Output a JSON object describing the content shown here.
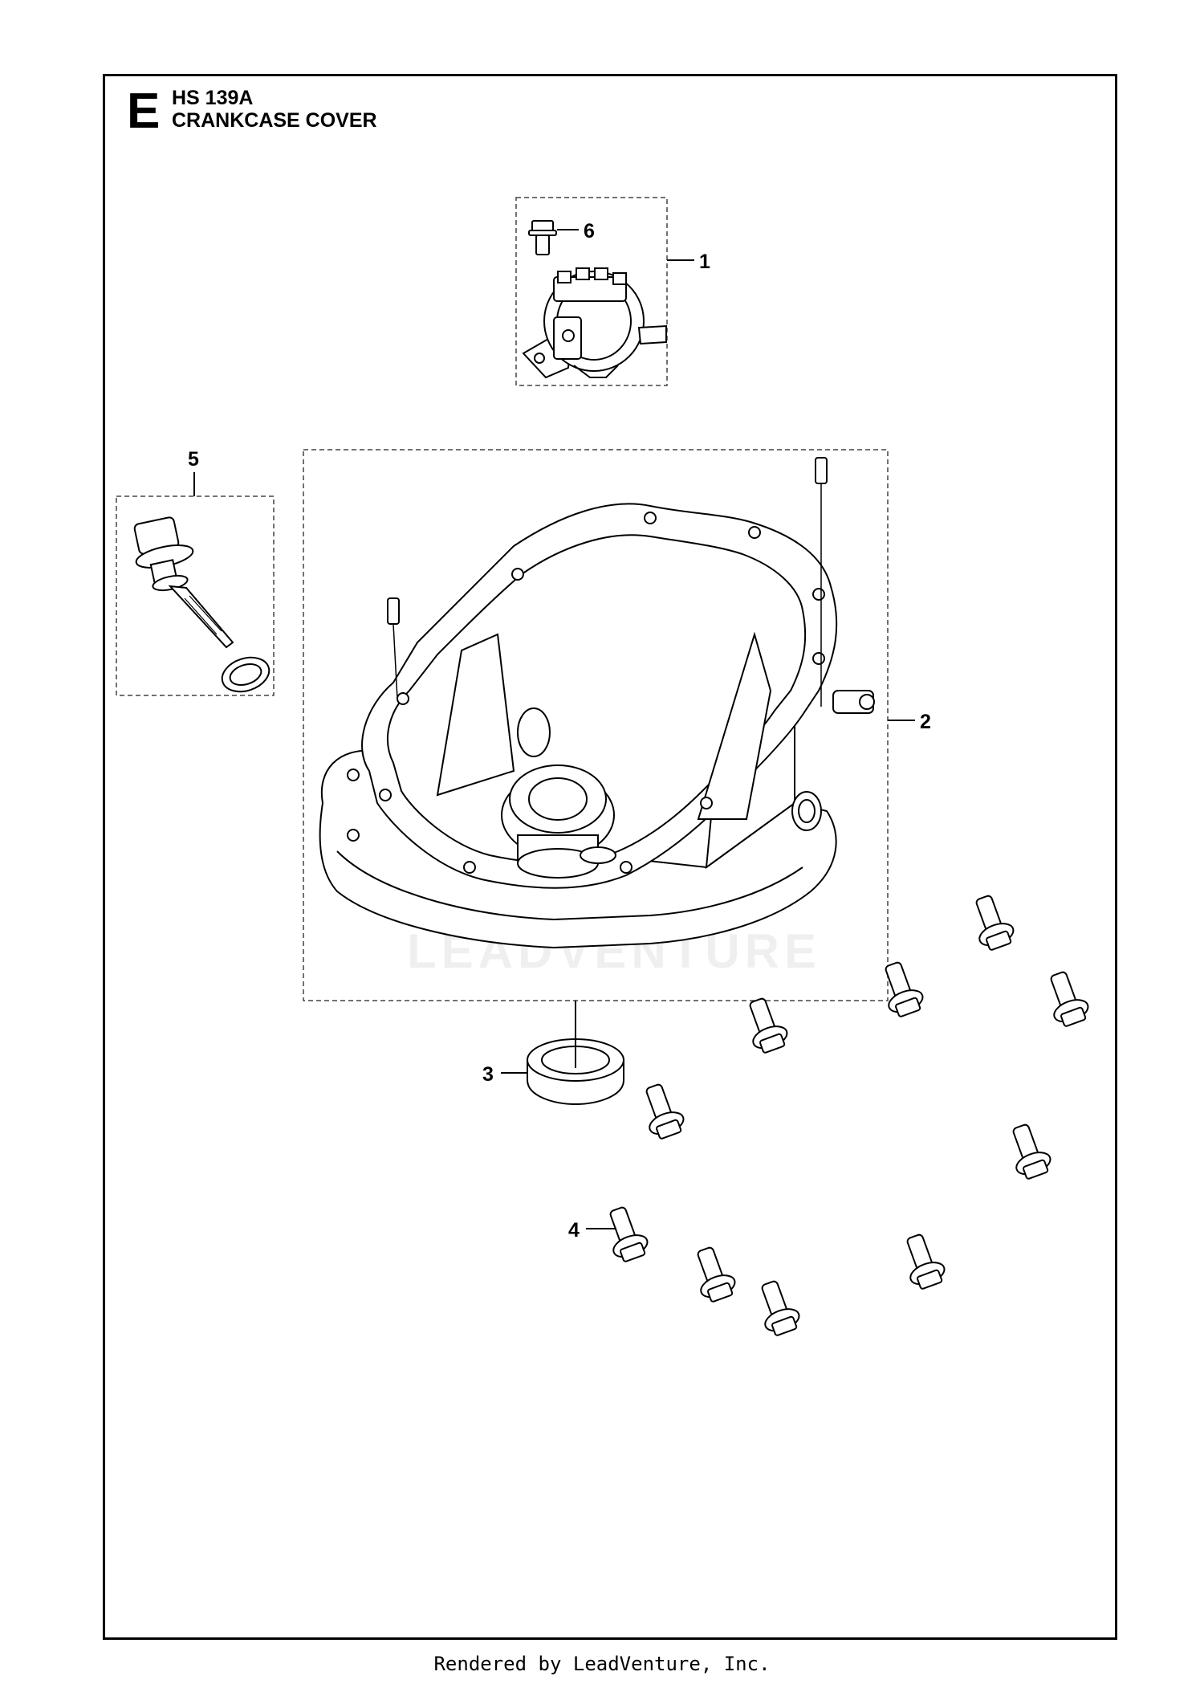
{
  "header": {
    "section_letter": "E",
    "model": "HS 139A",
    "title": "CRANKCASE COVER"
  },
  "callouts": [
    {
      "number": "1",
      "part": "governor assembly"
    },
    {
      "number": "2",
      "part": "crankcase cover"
    },
    {
      "number": "3",
      "part": "oil seal"
    },
    {
      "number": "4",
      "part": "flange bolt"
    },
    {
      "number": "5",
      "part": "dipstick"
    },
    {
      "number": "6",
      "part": "bolt"
    }
  ],
  "watermark": "LEADVENTURE",
  "footer": "Rendered by LeadVenture, Inc."
}
